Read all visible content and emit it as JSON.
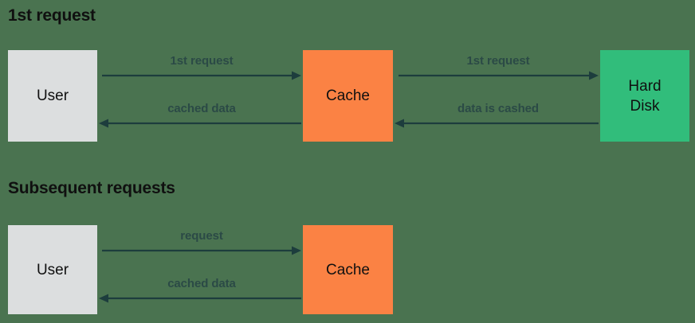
{
  "palette": {
    "background": "#4a7350",
    "user_box": "#dcdedf",
    "cache_box": "#fb8244",
    "disk_box": "#31bd7b",
    "arrow": "#1d3d3d",
    "label_text": "#2b4a46",
    "heading_text": "#101010"
  },
  "sections": [
    {
      "heading": "1st request",
      "nodes": {
        "user": "User",
        "cache": "Cache",
        "disk": "Hard\nDisk",
        "disk_line1": "Hard",
        "disk_line2": "Disk"
      },
      "flows": [
        {
          "label": "1st request",
          "direction": "right",
          "from": "User",
          "to": "Cache"
        },
        {
          "label": "cached data",
          "direction": "left",
          "from": "Cache",
          "to": "User"
        },
        {
          "label": "1st request",
          "direction": "right",
          "from": "Cache",
          "to": "Hard Disk"
        },
        {
          "label": "data is cashed",
          "direction": "left",
          "from": "Hard Disk",
          "to": "Cache"
        }
      ]
    },
    {
      "heading": "Subsequent requests",
      "nodes": {
        "user": "User",
        "cache": "Cache"
      },
      "flows": [
        {
          "label": "request",
          "direction": "right",
          "from": "User",
          "to": "Cache"
        },
        {
          "label": "cached data",
          "direction": "left",
          "from": "Cache",
          "to": "User"
        }
      ]
    }
  ]
}
